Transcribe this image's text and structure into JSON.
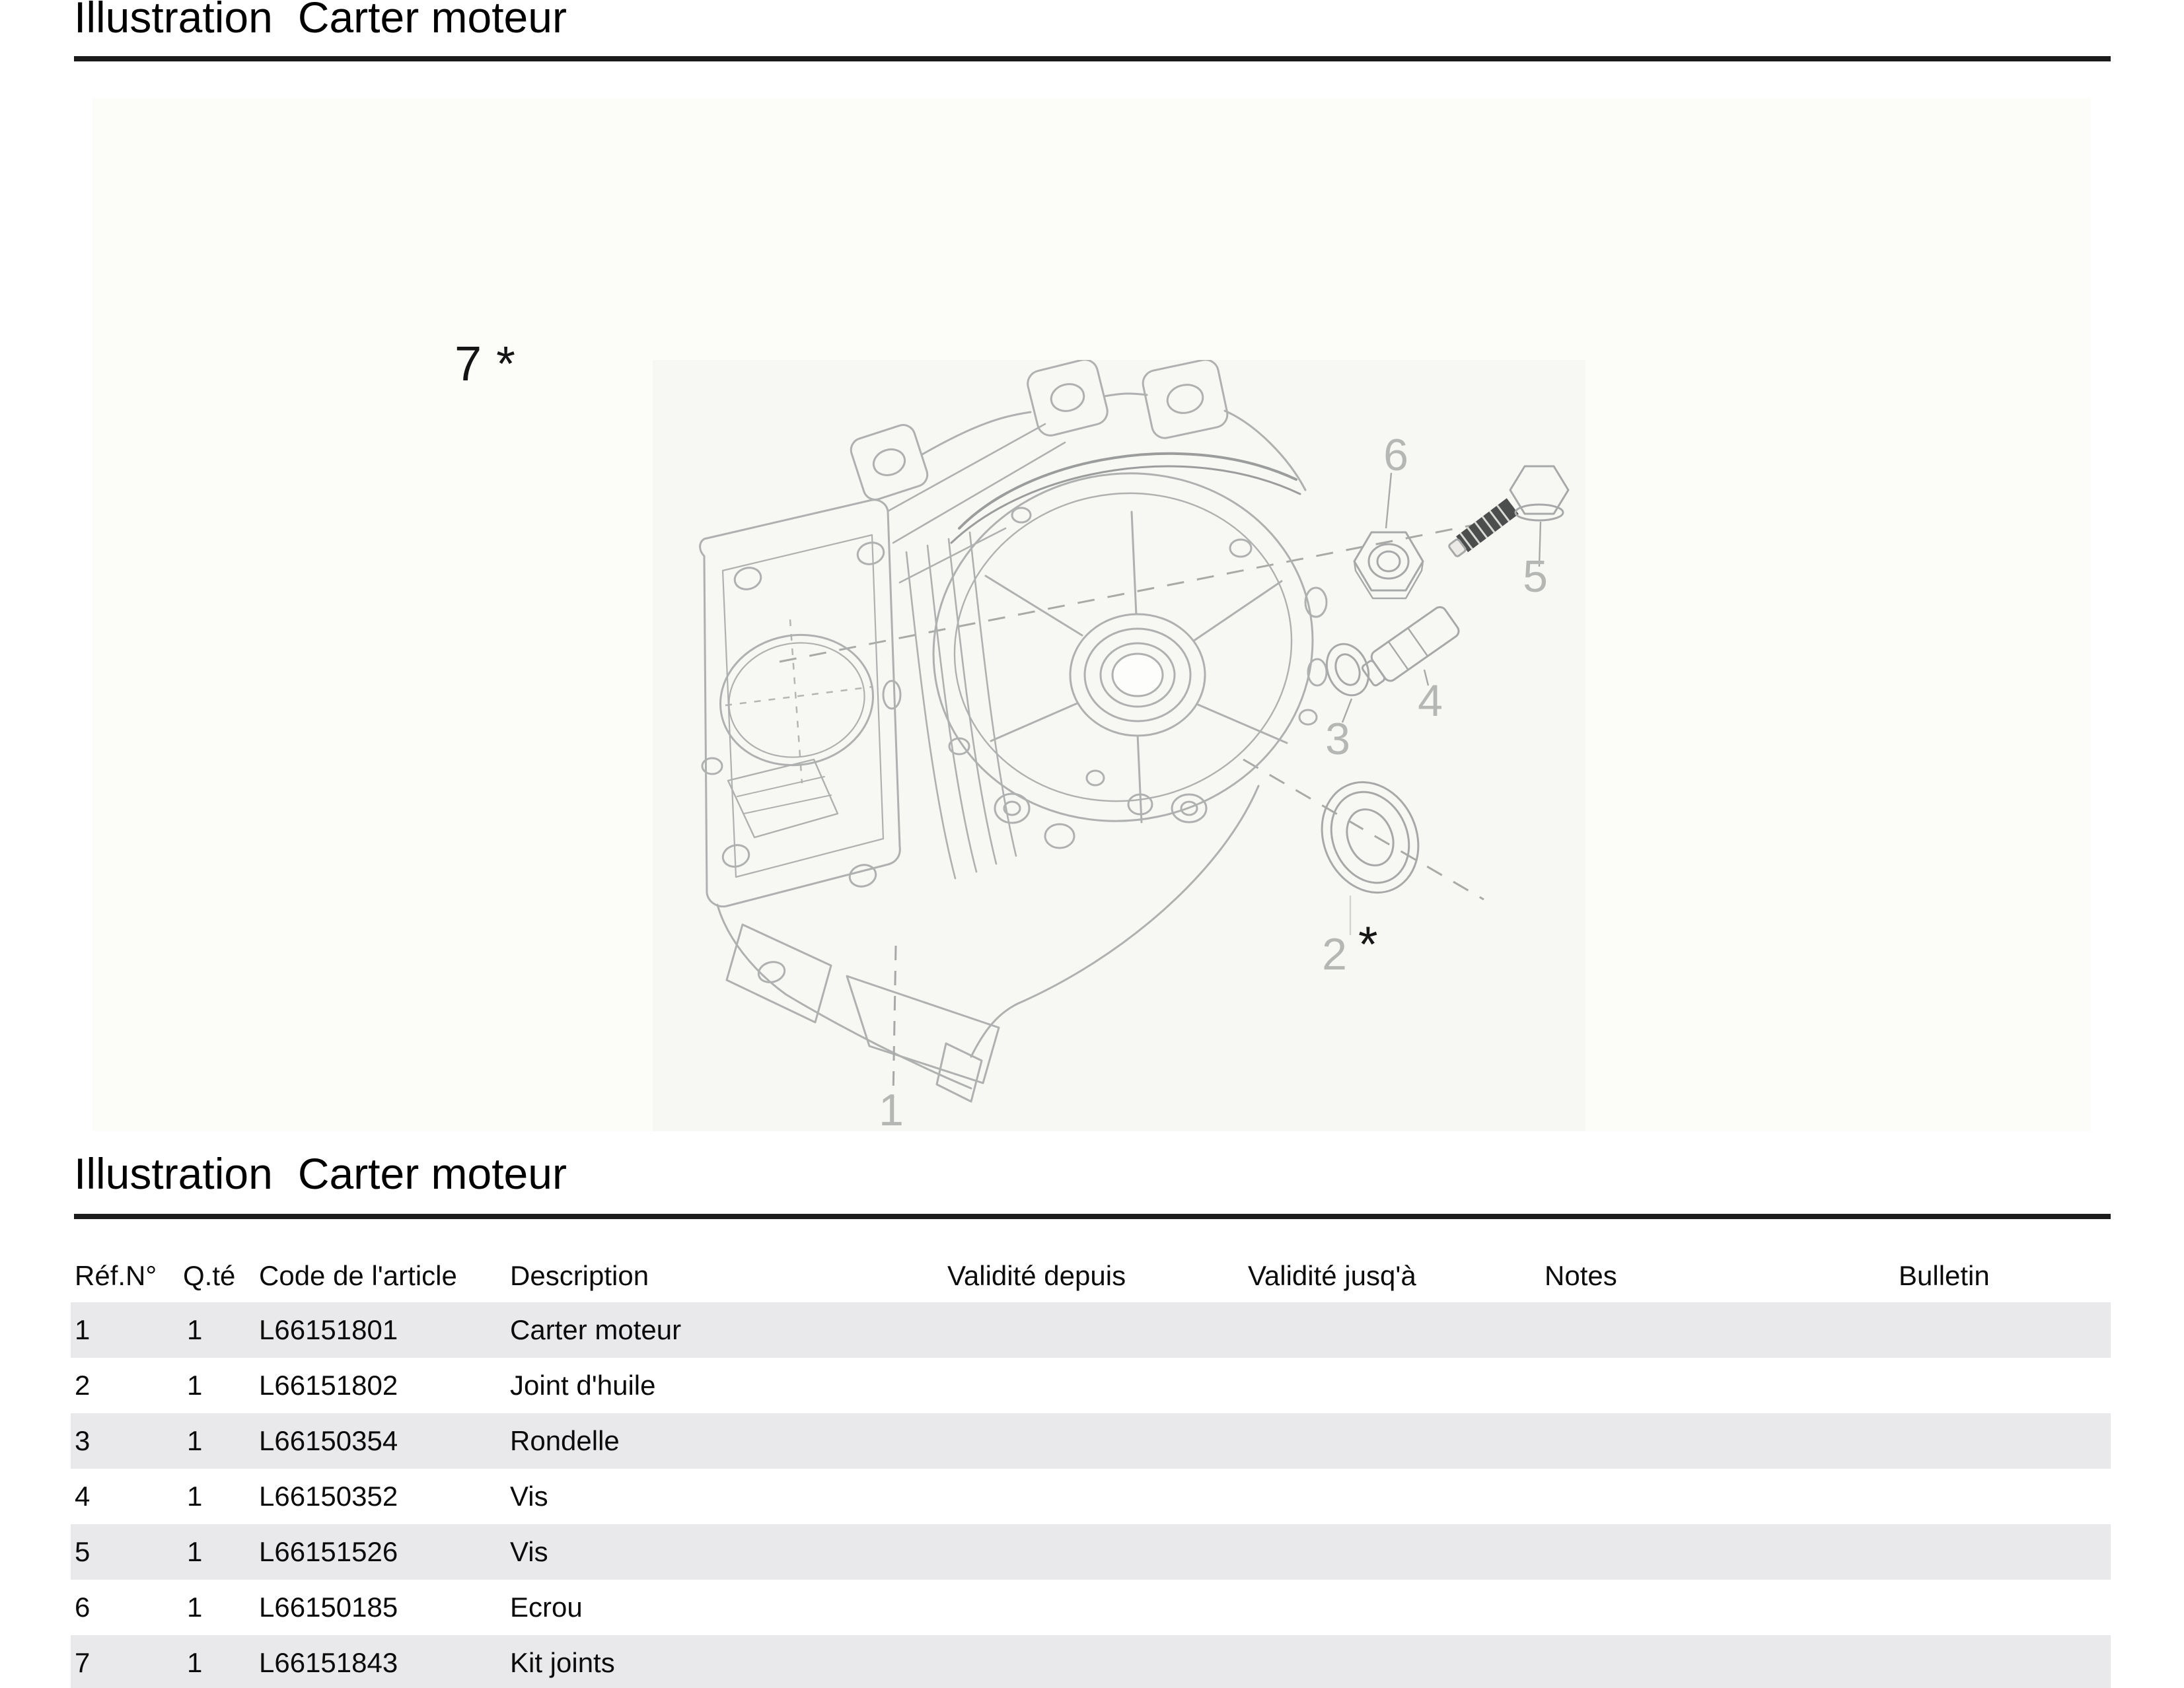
{
  "header": {
    "section_label": "Illustration",
    "illustration_name": "Carter moteur"
  },
  "figure": {
    "callouts": {
      "c1": "1",
      "c2": "2",
      "c3": "3",
      "c4": "4",
      "c5": "5",
      "c6": "6"
    },
    "extra_callout": {
      "number": "7",
      "asterisk": "*"
    },
    "seal_asterisk": "*"
  },
  "table": {
    "headers": [
      "Réf.N°",
      "Q.té",
      "Code de l'article",
      "Description",
      "Validité depuis",
      "Validité jusq'à",
      "Notes",
      "Bulletin"
    ],
    "rows": [
      {
        "ref": "1",
        "qty": "1",
        "code": "L66151801",
        "description": "Carter moteur",
        "validity_from": "",
        "validity_to": "",
        "notes": "",
        "bulletin": ""
      },
      {
        "ref": "2",
        "qty": "1",
        "code": "L66151802",
        "description": "Joint d'huile",
        "validity_from": "",
        "validity_to": "",
        "notes": "",
        "bulletin": ""
      },
      {
        "ref": "3",
        "qty": "1",
        "code": "L66150354",
        "description": "Rondelle",
        "validity_from": "",
        "validity_to": "",
        "notes": "",
        "bulletin": ""
      },
      {
        "ref": "4",
        "qty": "1",
        "code": "L66150352",
        "description": "Vis",
        "validity_from": "",
        "validity_to": "",
        "notes": "",
        "bulletin": ""
      },
      {
        "ref": "5",
        "qty": "1",
        "code": "L66151526",
        "description": "Vis",
        "validity_from": "",
        "validity_to": "",
        "notes": "",
        "bulletin": ""
      },
      {
        "ref": "6",
        "qty": "1",
        "code": "L66150185",
        "description": "Ecrou",
        "validity_from": "",
        "validity_to": "",
        "notes": "",
        "bulletin": ""
      },
      {
        "ref": "7",
        "qty": "1",
        "code": "L66151843",
        "description": "Kit joints",
        "validity_from": "",
        "validity_to": "",
        "notes": "",
        "bulletin": ""
      }
    ]
  },
  "colors": {
    "row_stripe": "#e9e9eb",
    "divider": "#1b1b1b",
    "callout_gray": "#b5b7b5",
    "drawing_line": "#aeb1af",
    "bolt_thread": "#4c4e4d",
    "panel_bg": "#fcfcf9",
    "drawing_bg": "#f7f7f4"
  }
}
